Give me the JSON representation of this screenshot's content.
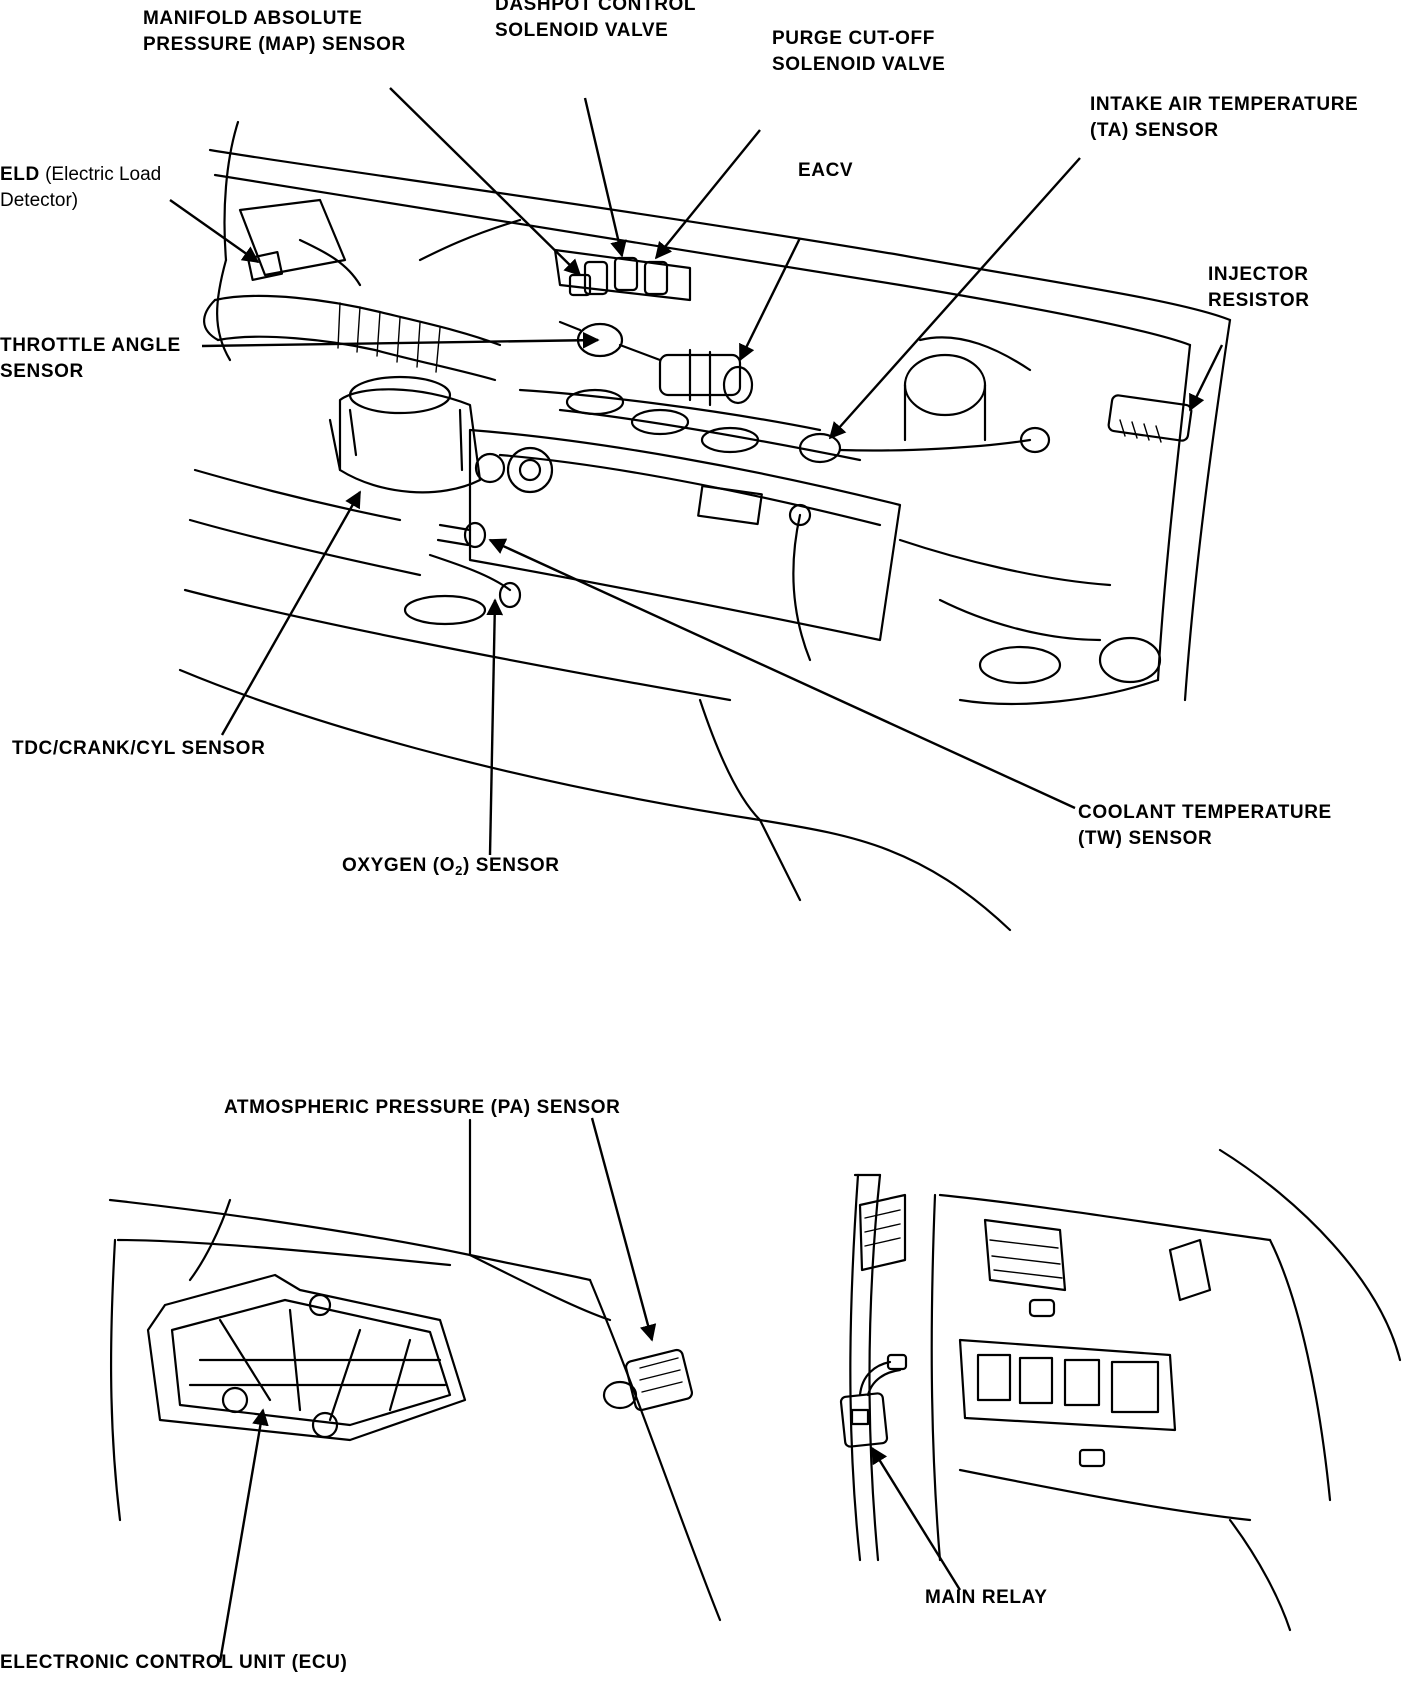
{
  "labels": {
    "map_line1": "MANIFOLD ABSOLUTE",
    "map_line2": "PRESSURE (MAP) SENSOR",
    "dashpot_line1": "DASHPOT CONTROL",
    "dashpot_line2": "SOLENOID VALVE",
    "purge_line1": "PURGE CUT-OFF",
    "purge_line2": "SOLENOID VALVE",
    "iat_line1": "INTAKE AIR TEMPERATURE",
    "iat_line2": "(TA) SENSOR",
    "eld_bold": "ELD",
    "eld_rest1": " (Electric Load",
    "eld_line2": "Detector)",
    "eacv": "EACV",
    "injector_line1": "INJECTOR",
    "injector_line2": "RESISTOR",
    "throttle_line1": "THROTTLE ANGLE",
    "throttle_line2": "SENSOR",
    "tdc": "TDC/CRANK/CYL SENSOR",
    "coolant_line1": "COOLANT TEMPERATURE",
    "coolant_line2": "(TW) SENSOR",
    "oxygen_pre": "OXYGEN (O",
    "oxygen_sub": "2",
    "oxygen_post": ") SENSOR",
    "pa": "ATMOSPHERIC PRESSURE (PA) SENSOR",
    "ecu": "ELECTRONIC CONTROL UNIT (ECU)",
    "relay": "MAIN RELAY"
  }
}
